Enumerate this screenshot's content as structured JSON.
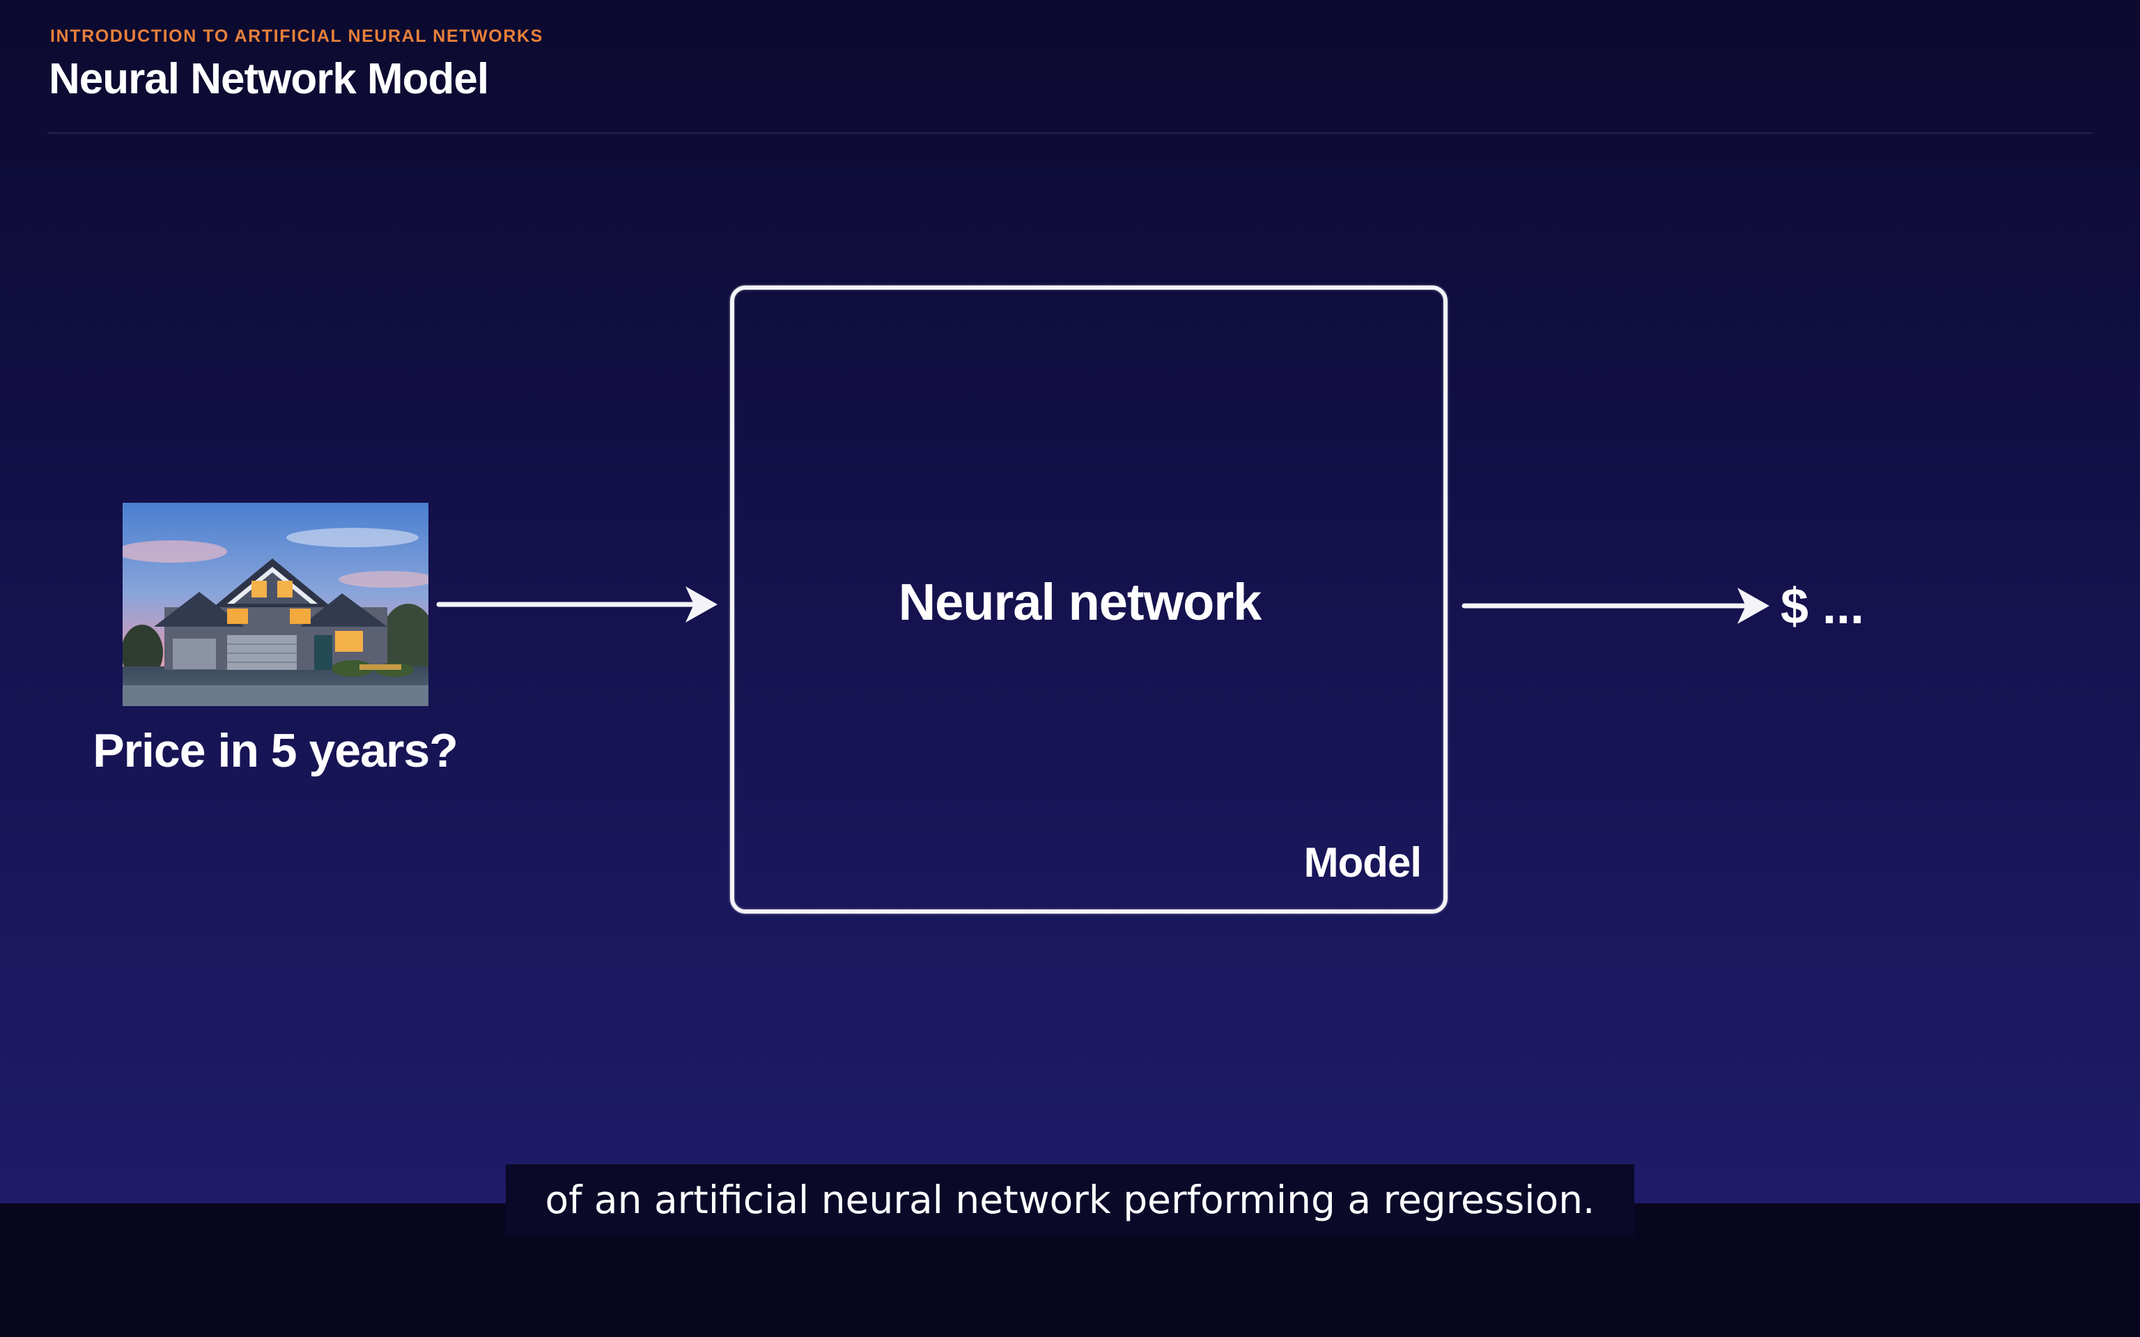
{
  "header": {
    "eyebrow": "INTRODUCTION TO ARTIFICIAL NEURAL NETWORKS",
    "title": "Neural Network Model"
  },
  "diagram": {
    "input_caption": "Price in 5 years?",
    "box_label": "Neural network",
    "model_label": "Model",
    "output_label": "$ ..."
  },
  "subtitle": {
    "text": "of an artificial neural network performing a regression."
  },
  "colors": {
    "accent": "#e8803a",
    "background": "#141150",
    "foreground": "#ffffff"
  },
  "icons": {
    "input_image": "house-photo",
    "arrows": "right-arrow-icon"
  }
}
